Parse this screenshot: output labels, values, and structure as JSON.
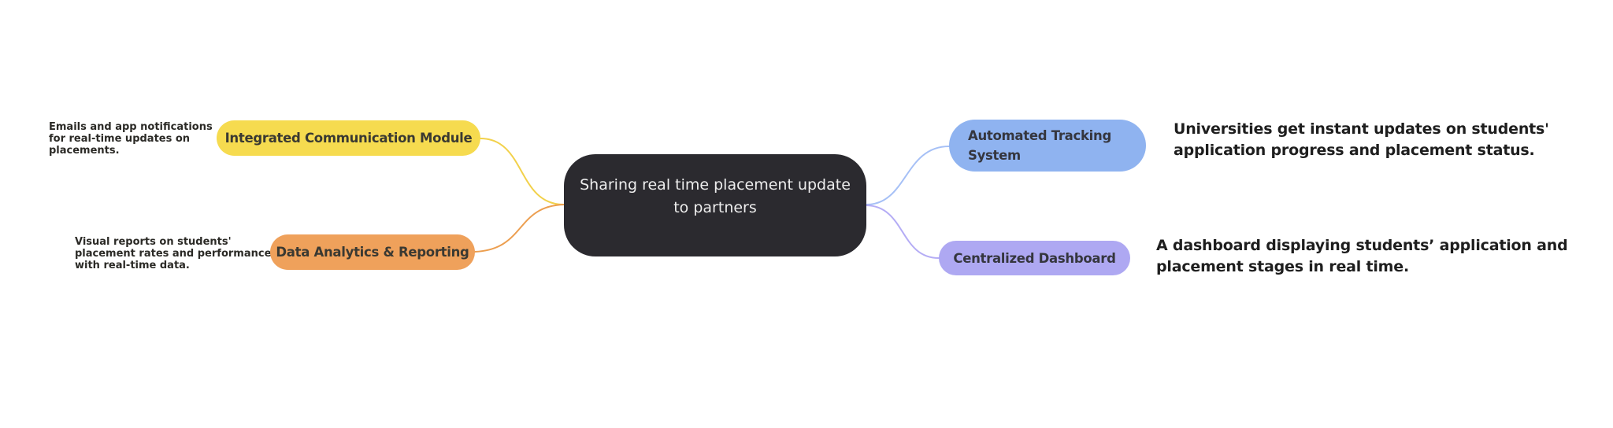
{
  "diagram": {
    "center": {
      "lines": [
        "Sharing real time placement update",
        "to partners"
      ],
      "bg": "#2B2A2F",
      "text_color": "#EDEDED"
    },
    "branches": [
      {
        "id": "integrated-communication-module",
        "label": "Integrated Communication Module",
        "bg": "#F6DB4F",
        "line_color": "#F2D14B",
        "note_lines": [
          "Emails and app notifications",
          "for real-time updates on",
          "placements."
        ]
      },
      {
        "id": "data-analytics-reporting",
        "label": "Data Analytics & Reporting",
        "bg": "#EFA15B",
        "line_color": "#EC9E4F",
        "note_lines": [
          "Visual reports on students'",
          "placement rates and performance",
          "with real-time data."
        ]
      },
      {
        "id": "automated-tracking-system",
        "label_lines": [
          "Automated Tracking",
          "System"
        ],
        "bg": "#8FB3F0",
        "line_color": "#A6C0F6",
        "desc_lines": [
          "Universities get instant updates on students'",
          "application progress and placement status."
        ]
      },
      {
        "id": "centralized-dashboard",
        "label": "Centralized Dashboard",
        "bg": "#AEA8F2",
        "line_color": "#B5ADF5",
        "desc_lines": [
          "A dashboard displaying students’ application and",
          "placement stages in real time."
        ]
      }
    ]
  }
}
